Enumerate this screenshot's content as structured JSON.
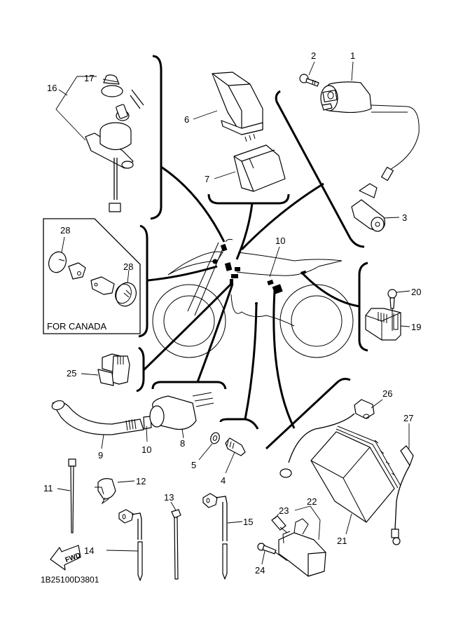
{
  "diagram": {
    "title": "Electrical parts exploded view",
    "reference_code": "1B25100D3801",
    "region_note": "FOR CANADA",
    "direction_marker": "FWD",
    "callouts": [
      {
        "id": "c1",
        "number": "1",
        "part": "ignition coil"
      },
      {
        "id": "c2",
        "number": "2",
        "part": "bolt"
      },
      {
        "id": "c3",
        "number": "3",
        "part": "spark plug cap"
      },
      {
        "id": "c4",
        "number": "4",
        "part": "neutral switch"
      },
      {
        "id": "c5",
        "number": "5",
        "part": "gasket"
      },
      {
        "id": "c6",
        "number": "6",
        "part": "relay unit"
      },
      {
        "id": "c7",
        "number": "7",
        "part": "relay cover"
      },
      {
        "id": "c8",
        "number": "8",
        "part": "wire harness clamp tube"
      },
      {
        "id": "c9",
        "number": "9",
        "part": "harness protector tube"
      },
      {
        "id": "c10a",
        "number": "10",
        "part": "wire harness"
      },
      {
        "id": "c10b",
        "number": "10",
        "part": "wire harness"
      },
      {
        "id": "c11",
        "number": "11",
        "part": "cable tie"
      },
      {
        "id": "c12",
        "number": "12",
        "part": "clamp"
      },
      {
        "id": "c13",
        "number": "13",
        "part": "band"
      },
      {
        "id": "c14",
        "number": "14",
        "part": "lead wire"
      },
      {
        "id": "c15",
        "number": "15",
        "part": "lead wire"
      },
      {
        "id": "c16",
        "number": "16",
        "part": "main switch"
      },
      {
        "id": "c17",
        "number": "17",
        "part": "cap"
      },
      {
        "id": "c19",
        "number": "19",
        "part": "rectifier regulator"
      },
      {
        "id": "c20",
        "number": "20",
        "part": "bolt"
      },
      {
        "id": "c21",
        "number": "21",
        "part": "battery"
      },
      {
        "id": "c22",
        "number": "22",
        "part": "starter relay"
      },
      {
        "id": "c23",
        "number": "23",
        "part": "fuse"
      },
      {
        "id": "c24",
        "number": "24",
        "part": "bolt"
      },
      {
        "id": "c25",
        "number": "25",
        "part": "coupler"
      },
      {
        "id": "c26",
        "number": "26",
        "part": "battery plus lead"
      },
      {
        "id": "c27",
        "number": "27",
        "part": "battery minus lead"
      },
      {
        "id": "c28a",
        "number": "28",
        "part": "reflector"
      },
      {
        "id": "c28b",
        "number": "28",
        "part": "reflector"
      }
    ]
  }
}
